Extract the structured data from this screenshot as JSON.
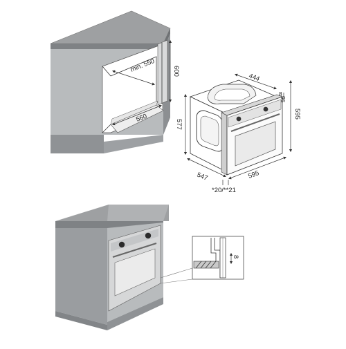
{
  "installation_diagram": {
    "cabinet_dimensions": {
      "min_depth": "min. 550",
      "height": "600",
      "width": "560"
    },
    "oven_dimensions": {
      "top_depth": "444",
      "right_height": "595",
      "left_height": "577",
      "bottom_depth": "547",
      "front_width": "595",
      "side_gap": "8",
      "side_offset": "95",
      "panel_note": "*20/**21"
    },
    "detail_dimension": "8"
  }
}
